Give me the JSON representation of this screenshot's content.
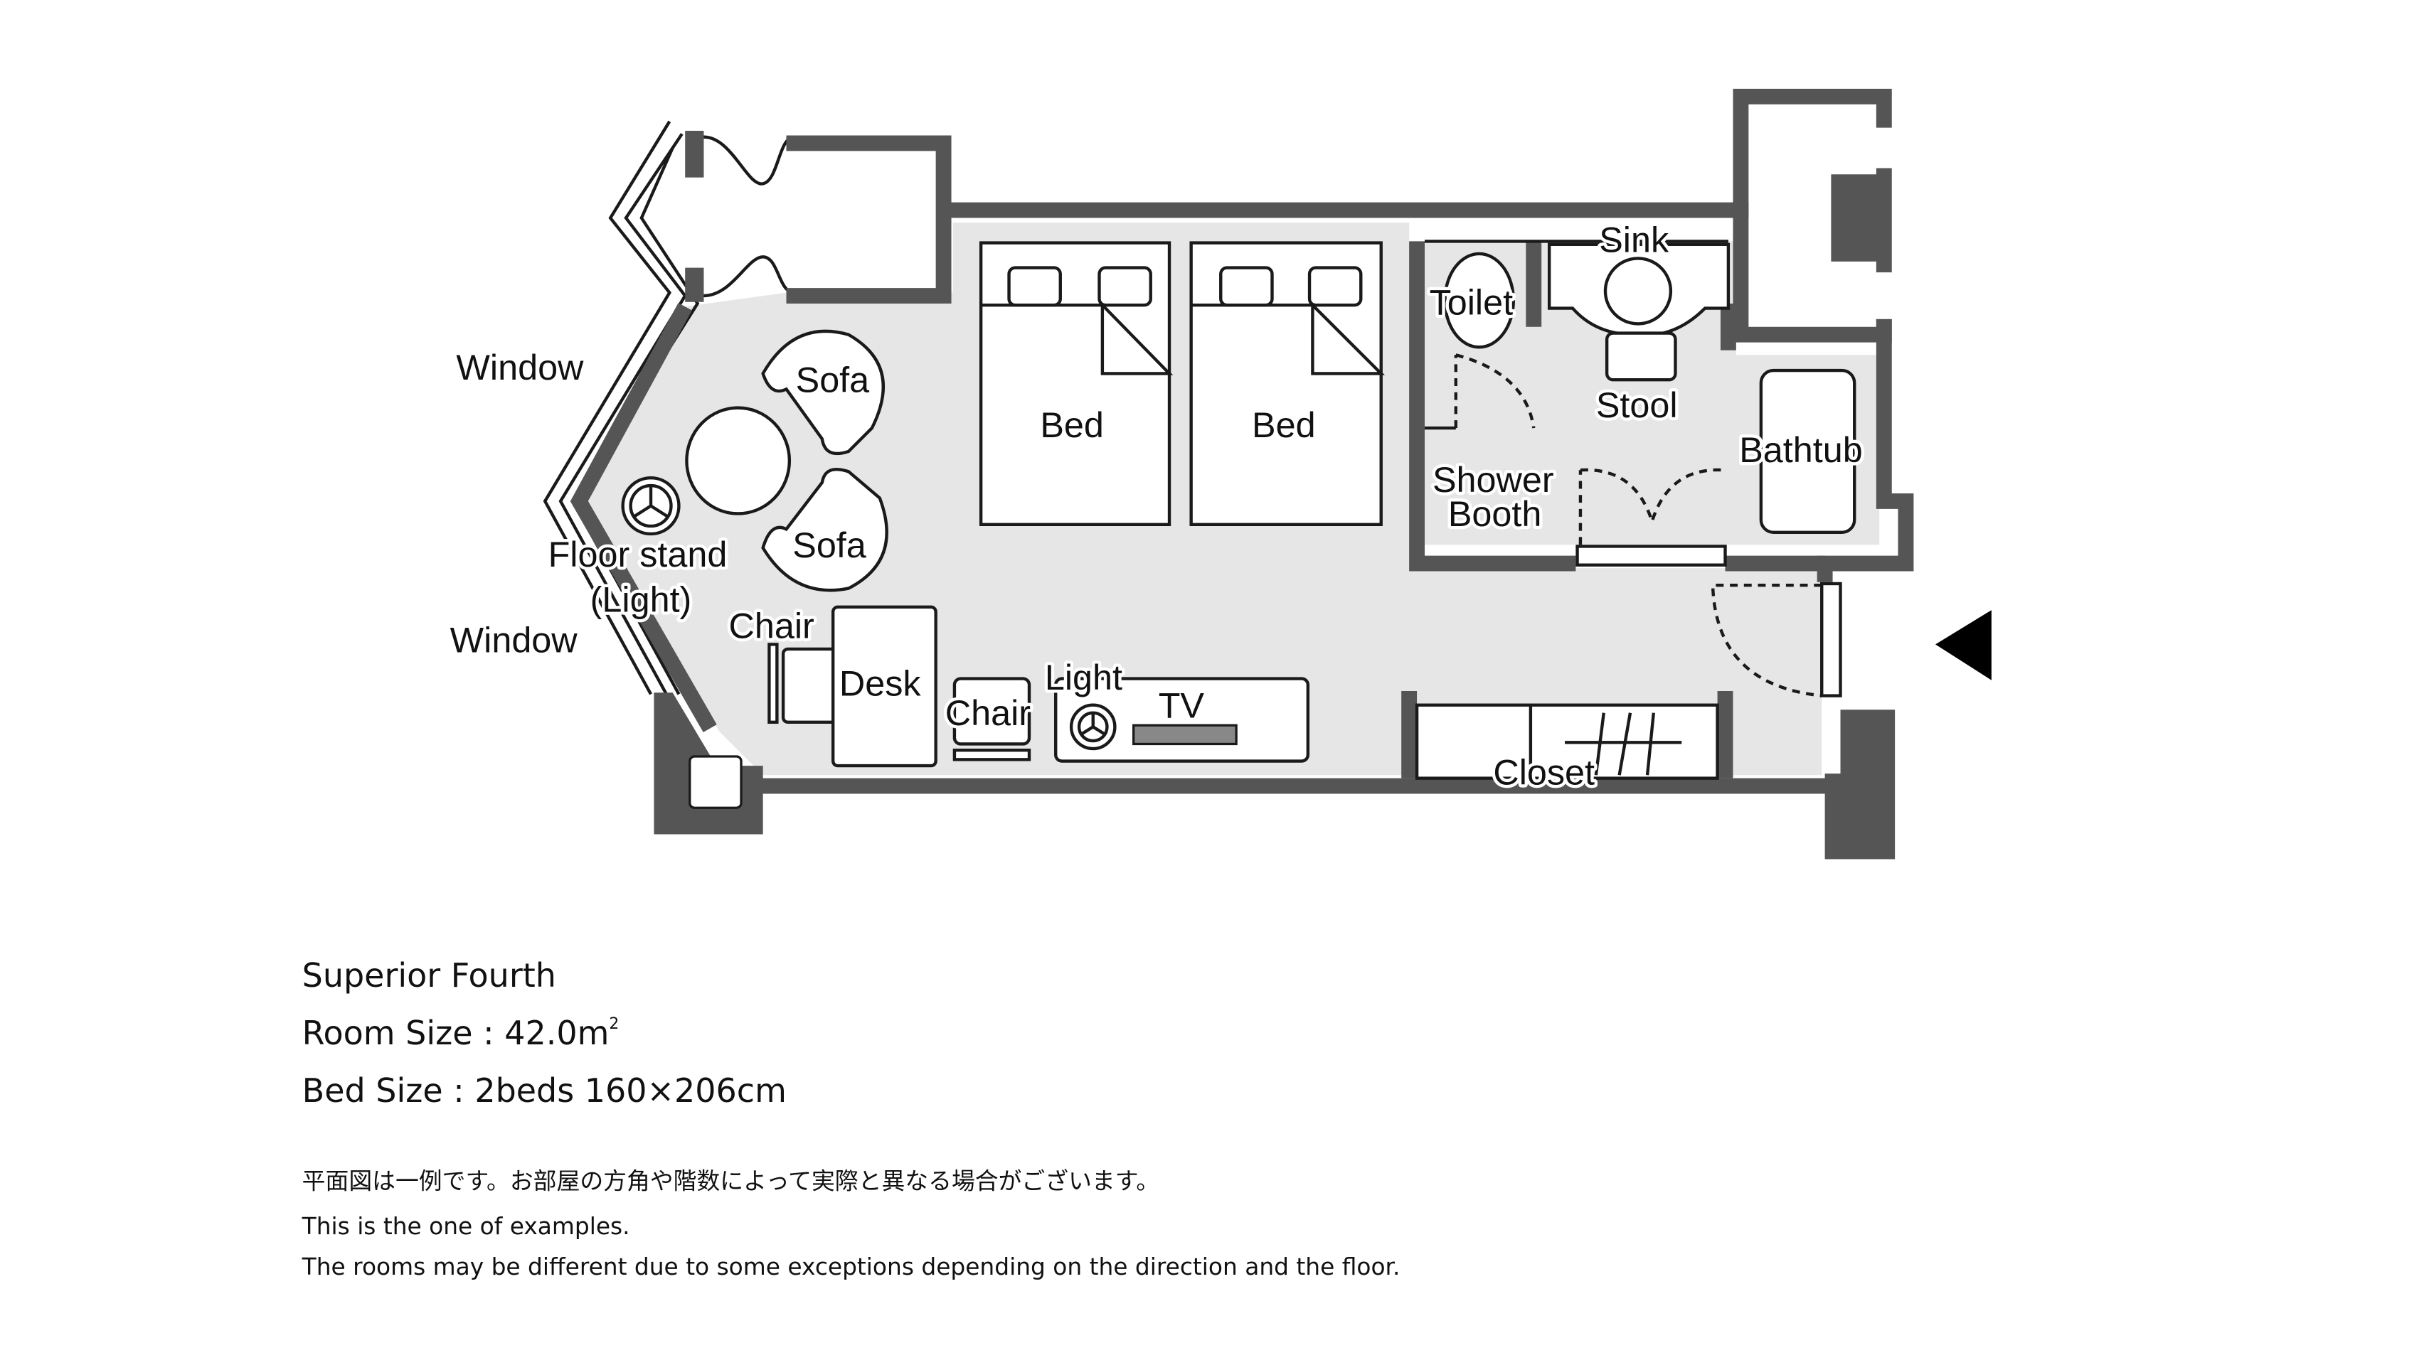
{
  "floorplan": {
    "labels": {
      "window_top": "Window",
      "window_bottom": "Window",
      "sofa_1": "Sofa",
      "sofa_2": "Sofa",
      "floor_stand": "Floor stand",
      "floor_stand_sub": "(Light)",
      "chair_desk": "Chair",
      "desk": "Desk",
      "chair_2": "Chair",
      "light": "Light",
      "tv": "TV",
      "bed_1": "Bed",
      "bed_2": "Bed",
      "toilet": "Toilet",
      "sink": "Sink",
      "stool": "Stool",
      "shower_1": "Shower",
      "shower_2": "Booth",
      "bathtub": "Bathtub",
      "closet": "Closet"
    },
    "colors": {
      "wall": "#555555",
      "floor": "#e6e6e7",
      "tv": "#888888"
    },
    "entrance_marker": "triangle-left-arrow"
  },
  "info": {
    "room_name": "Superior Fourth",
    "room_size": "Room Size : 42.0m",
    "room_size_unit_sup": "2",
    "bed_size": "Bed Size : 2beds 160×206cm"
  },
  "notes": {
    "jp": "平面図は一例です。お部屋の方角や階数によって実際と異なる場合がございます。",
    "en_1": "This is the one of examples.",
    "en_2": "The rooms may be different due to some exceptions depending on the direction and the floor."
  }
}
